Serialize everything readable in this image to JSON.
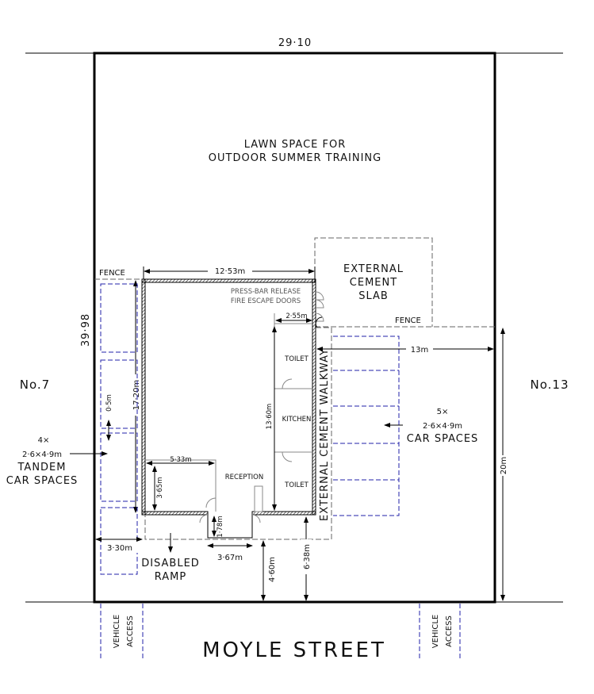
{
  "plan": {
    "lot_width": "29·10",
    "lot_depth": "39·98",
    "lawn": [
      "LAWN SPACE FOR",
      "OUTDOOR SUMMER TRAINING"
    ],
    "slab": [
      "EXTERNAL",
      "CEMENT",
      "SLAB"
    ],
    "fence_left": "FENCE",
    "fence_right": "FENCE",
    "bldg_width": "12·53m",
    "fire_doors": [
      "PRESS-BAR RELEASE",
      "FIRE ESCAPE DOORS"
    ],
    "width_255": "2·55m",
    "toilet_top": "TOILET",
    "toilet_bottom": "TOILET",
    "kitchen": "KITCHEN",
    "reception": "RECEPTION",
    "width_533": "5·33m",
    "depth_1360": "13·60m",
    "depth_1720": "17·20m",
    "depth_365": "3·65m",
    "gap_05": "0·5m",
    "width_13": "13m",
    "depth_20": "20m",
    "walkway": "EXTERNAL CEMENT WALKWAY",
    "neighbour_left": "No.7",
    "neighbour_right": "No.13",
    "tandem": [
      "4×",
      "2·6×4·9m",
      "TANDEM",
      "CAR SPACES"
    ],
    "cars": [
      "5×",
      "2·6×4·9m",
      "CAR SPACES"
    ],
    "width_330": "3·30m",
    "width_367": "3·67m",
    "ramp_depth": "1·78m",
    "setback_460": "4·60m",
    "setback_638": "6·38m",
    "ramp": [
      "DISABLED",
      "RAMP"
    ],
    "vehicle_access_left": [
      "VEHICLE",
      "ACCESS"
    ],
    "vehicle_access_right": [
      "VEHICLE",
      "ACCESS"
    ],
    "street": "MOYLE STREET"
  }
}
